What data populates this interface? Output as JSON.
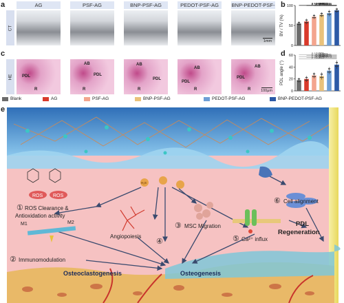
{
  "panel_labels": {
    "a": "a",
    "b": "b",
    "c": "c",
    "d": "d",
    "e": "e"
  },
  "groups": [
    "AG",
    "PSF-AG",
    "BNP-PSF-AG",
    "PEDOT-PSF-AG",
    "BNP-PEDOT-PSF-AG"
  ],
  "row_labels": {
    "ct": "CT",
    "he": "HE"
  },
  "scalebars": {
    "ct": "1mm",
    "he": "100μm"
  },
  "he_annotations": [
    {
      "panel": 1,
      "labels": [
        "PDL",
        "R"
      ]
    },
    {
      "panel": 2,
      "labels": [
        "AB",
        "PDL",
        "R"
      ]
    },
    {
      "panel": 3,
      "labels": [
        "AB",
        "PDL",
        "R"
      ]
    },
    {
      "panel": 4,
      "labels": [
        "AB",
        "PDL",
        "R"
      ]
    },
    {
      "panel": 5,
      "labels": [
        "AB",
        "PDL",
        "R"
      ]
    }
  ],
  "legend": [
    {
      "label": "Blank",
      "color": "#6b6b6b"
    },
    {
      "label": "AG",
      "color": "#d93a2b"
    },
    {
      "label": "PSF-AG",
      "color": "#f3a58e"
    },
    {
      "label": "BNP-PSF-AG",
      "color": "#eac27a"
    },
    {
      "label": "PEDOT-PSF-AG",
      "color": "#6e9fd6"
    },
    {
      "label": "BNP-PEDOT-PSF-AG",
      "color": "#2d5aa6"
    }
  ],
  "chart_data": [
    {
      "type": "bar",
      "ylabel": "BV / TV (%)",
      "ylim": [
        0,
        100
      ],
      "yticks": [
        0,
        50,
        100
      ],
      "categories": [
        "Blank",
        "AG",
        "PSF-AG",
        "BNP-PSF-AG",
        "PEDOT-PSF-AG",
        "BNP-PEDOT-PSF-AG"
      ],
      "values": [
        55,
        60,
        72,
        77,
        81,
        88
      ],
      "errors": [
        5,
        7,
        6,
        6,
        8,
        6
      ],
      "pvalues": [
        "p < 0.0001",
        "p < 0.0001",
        "p < 0.0001",
        "p = 0.0002",
        "p = 0.0021",
        "p = 0.0064",
        "p = 0.0472",
        "p = 0.0021",
        "p = 0.0080"
      ]
    },
    {
      "type": "bar",
      "ylabel": "PDL angle (°)",
      "ylim": [
        0,
        60
      ],
      "yticks": [
        0,
        20,
        40,
        60
      ],
      "categories": [
        "Blank",
        "AG",
        "PSF-AG",
        "BNP-PSF-AG",
        "PEDOT-PSF-AG",
        "BNP-PEDOT-PSF-AG"
      ],
      "values": [
        18,
        20,
        26,
        25,
        34,
        44
      ],
      "errors": [
        4,
        5,
        5,
        6,
        6,
        7
      ],
      "pvalues": [
        "p < 0.0001",
        "p < 0.0001",
        "p < 0.0001",
        "p = 0.0003",
        "p = 0.0462",
        "p = 0.0473",
        "p = 0.0025"
      ]
    }
  ],
  "schematic": {
    "labels": {
      "ros": "ROS",
      "ros2": "ROS",
      "ros_clearance_num": "①",
      "ros_clearance": "ROS Clearance &",
      "antiox": "Antioxidation activity",
      "m1": "M1",
      "m2": "M2",
      "immuno_num": "②",
      "immuno": "Immunomodulation",
      "angio": "Angiopoiesis",
      "msc_num": "③",
      "msc": "MSC Migration",
      "center_num": "④",
      "ca_num": "⑤",
      "ca": "Ca²⁺ influx",
      "align_num": "⑥",
      "align": "Cell alignment",
      "pdl1": "PDL",
      "pdl2": "Regeneration",
      "osteoclasto": "Osteoclastogenesis",
      "osteo": "Osteogenesis",
      "hs": "H₂S"
    }
  }
}
